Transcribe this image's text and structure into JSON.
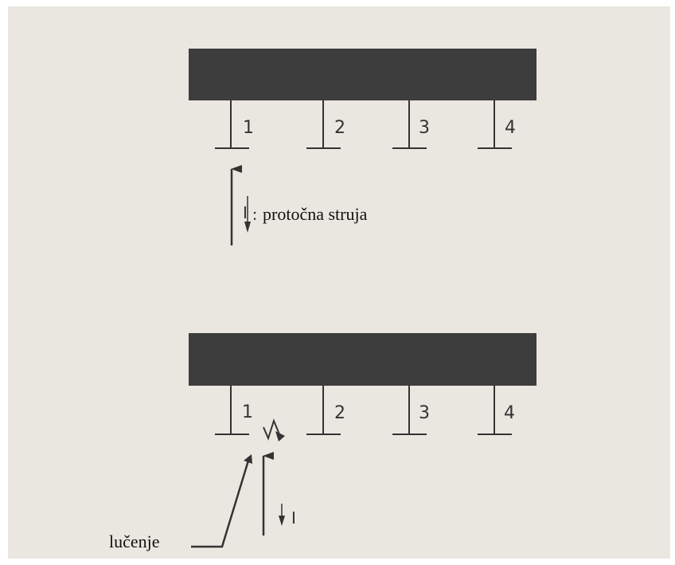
{
  "colors": {
    "background": "#e9e7e0",
    "busbar": "#3d3d3d",
    "line": "#333333",
    "frame": "#ffffff"
  },
  "top_diagram": {
    "feeders": [
      "1",
      "2",
      "3",
      "4"
    ],
    "current_symbol": "I",
    "current_separator": ":",
    "current_label": "protočna struja"
  },
  "bottom_diagram": {
    "feeders": [
      "1",
      "2",
      "3",
      "4"
    ],
    "current_symbol": "I",
    "arc_label": "lučenje"
  }
}
